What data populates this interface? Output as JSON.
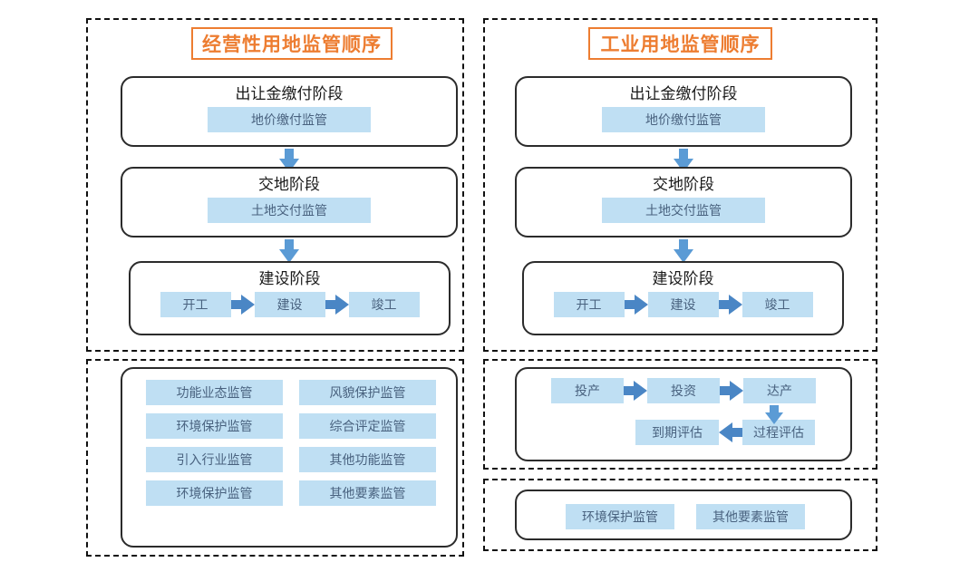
{
  "columns": [
    {
      "id": "commercial",
      "title": "经营性用地监管顺序",
      "stages": [
        {
          "name": "出让金缴付阶段",
          "chips": [
            "地价缴付监管"
          ]
        },
        {
          "name": "交地阶段",
          "chips": [
            "土地交付监管"
          ]
        },
        {
          "name": "建设阶段",
          "chips": [
            "开工",
            "建设",
            "竣工"
          ]
        }
      ],
      "supervision_items": [
        "功能业态监管",
        "风貌保护监管",
        "环境保护监管",
        "综合评定监管",
        "引入行业监管",
        "其他功能监管",
        "环境保护监管",
        "其他要素监管"
      ]
    },
    {
      "id": "industrial",
      "title": "工业用地监管顺序",
      "stages": [
        {
          "name": "出让金缴付阶段",
          "chips": [
            "地价缴付监管"
          ]
        },
        {
          "name": "交地阶段",
          "chips": [
            "土地交付监管"
          ]
        },
        {
          "name": "建设阶段",
          "chips": [
            "开工",
            "建设",
            "竣工"
          ]
        }
      ],
      "production_flow": {
        "top_row": [
          "投产",
          "投资",
          "达产"
        ],
        "bottom_row": [
          "到期评估",
          "过程评估"
        ]
      },
      "supervision_items": [
        "环境保护监管",
        "其他要素监管"
      ]
    }
  ],
  "icons": {
    "arrow_down": "arrow-down-icon",
    "arrow_right": "arrow-right-icon",
    "arrow_left": "arrow-left-icon"
  },
  "colors": {
    "accent_orange": "#ED7D31",
    "chip_fill": "#bfdff3",
    "chip_text": "#49627f",
    "arrow_blue": "#5b9bd5",
    "outline": "#2b2b2b"
  }
}
